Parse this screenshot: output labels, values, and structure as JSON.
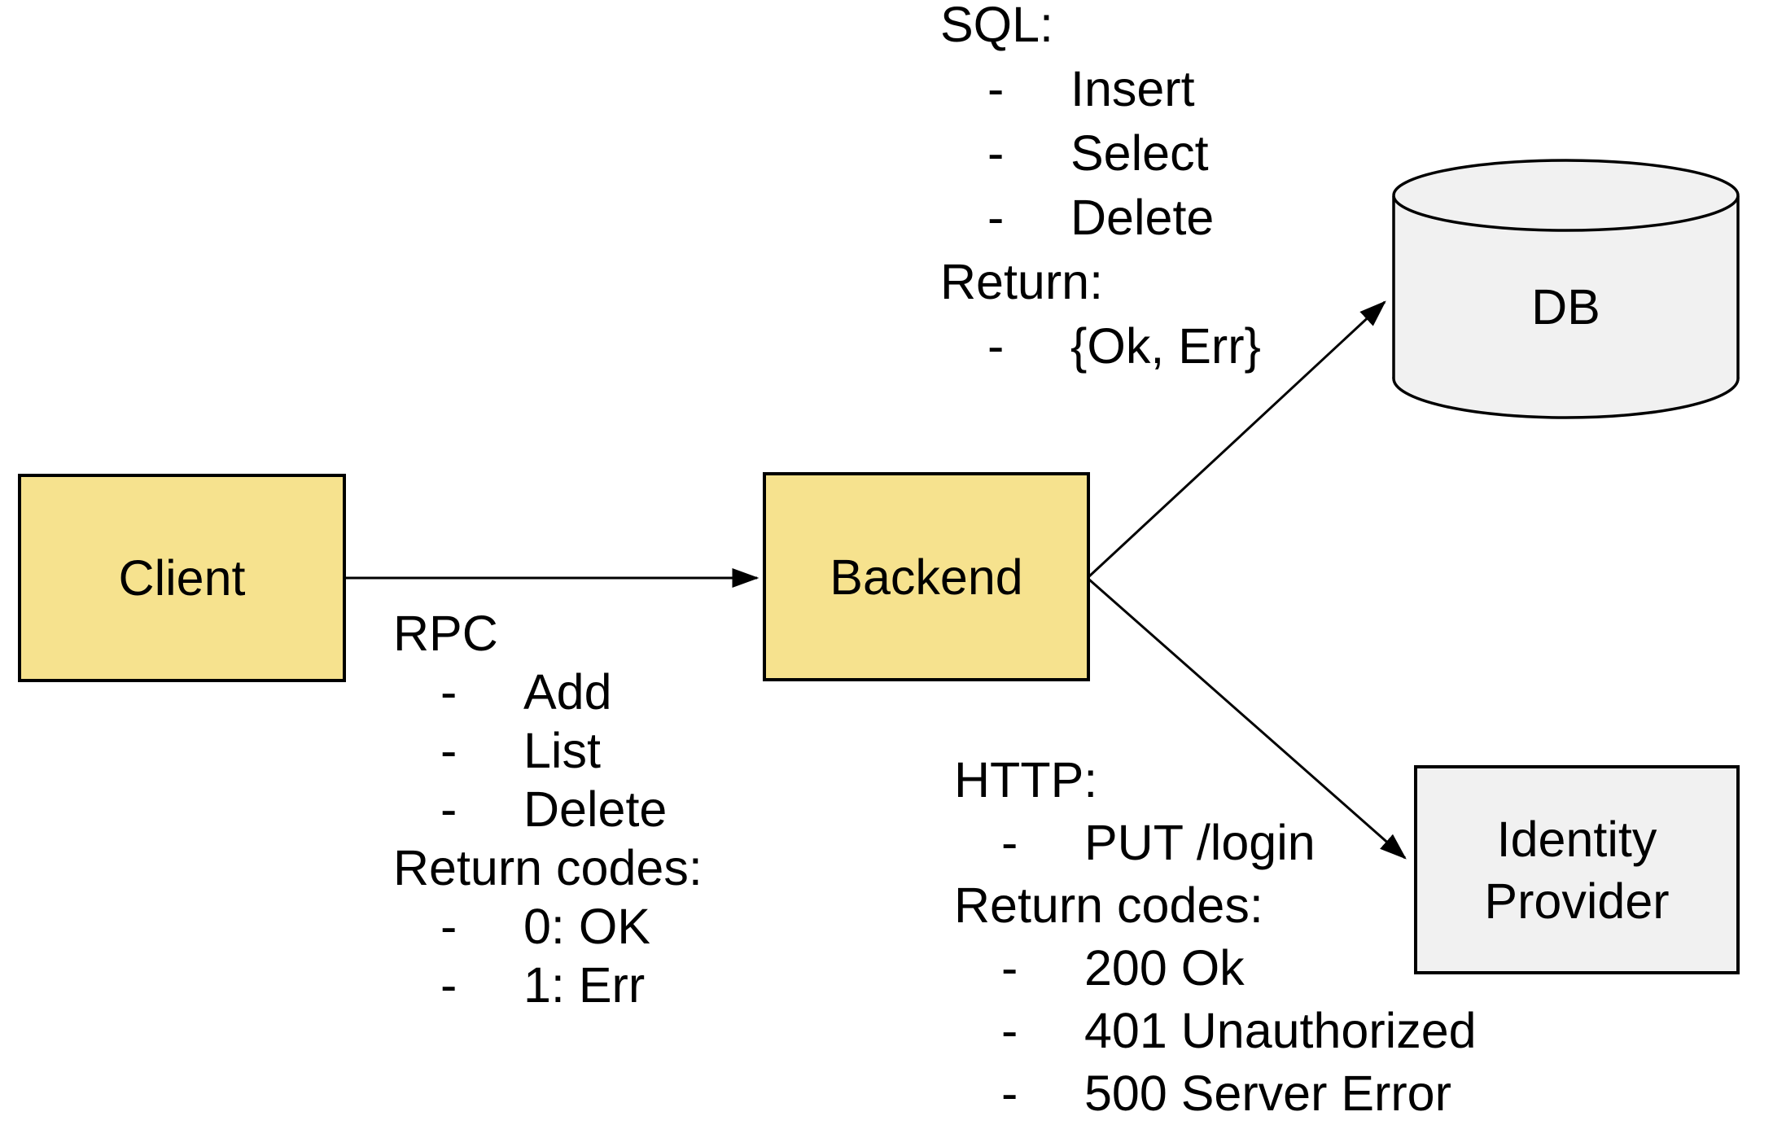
{
  "diagram": {
    "background": "#FFFFFF",
    "colors": {
      "service_fill": "#F6E28E",
      "store_fill": "#F1F1F1",
      "stroke": "#000000",
      "text": "#000000"
    },
    "nodes": {
      "client": {
        "label": "Client",
        "shape": "rectangle"
      },
      "backend": {
        "label": "Backend",
        "shape": "rectangle"
      },
      "db": {
        "label": "DB",
        "shape": "cylinder"
      },
      "identity_provider": {
        "label": "Identity Provider",
        "shape": "rectangle"
      }
    },
    "edges": [
      {
        "from": "client",
        "to": "backend",
        "style": "arrow"
      },
      {
        "from": "backend",
        "to": "db",
        "style": "arrow"
      },
      {
        "from": "backend",
        "to": "identity_provider",
        "style": "arrow"
      }
    ],
    "labels": {
      "rpc": {
        "title": "RPC",
        "items": [
          {
            "bullet": "-",
            "text": "Add"
          },
          {
            "bullet": "-",
            "text": "List"
          },
          {
            "bullet": "-",
            "text": "Delete"
          }
        ],
        "subtitle": "Return codes:",
        "sub_items": [
          {
            "bullet": "-",
            "text": "0: OK"
          },
          {
            "bullet": "-",
            "text": "1: Err"
          }
        ]
      },
      "sql": {
        "title": "SQL:",
        "items": [
          {
            "bullet": "-",
            "text": "Insert"
          },
          {
            "bullet": "-",
            "text": "Select"
          },
          {
            "bullet": "-",
            "text": "Delete"
          }
        ],
        "subtitle": "Return:",
        "sub_items": [
          {
            "bullet": "-",
            "text": "{Ok, Err}"
          }
        ]
      },
      "http": {
        "title": "HTTP:",
        "items": [
          {
            "bullet": "-",
            "text": "PUT /login"
          }
        ],
        "subtitle": "Return codes:",
        "sub_items": [
          {
            "bullet": "-",
            "text": "200 Ok"
          },
          {
            "bullet": "-",
            "text": "401 Unauthorized"
          },
          {
            "bullet": "-",
            "text": "500 Server Error"
          }
        ]
      }
    }
  }
}
